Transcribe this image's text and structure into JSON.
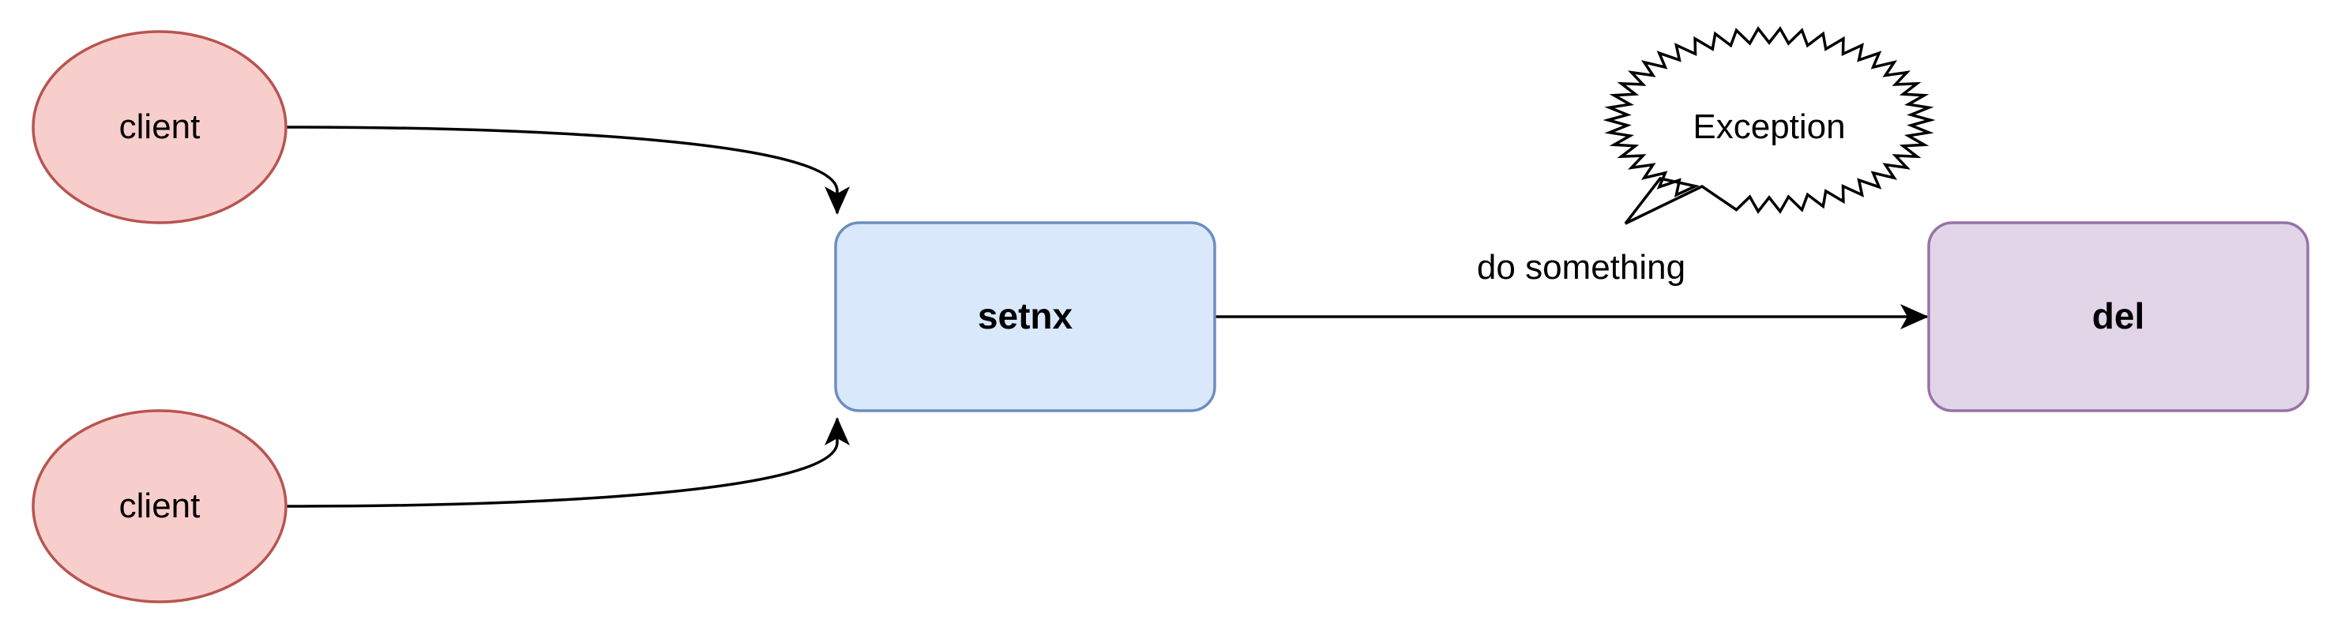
{
  "diagram": {
    "nodes": {
      "client_top": {
        "label": "client",
        "shape": "ellipse",
        "fill": "#f8cecc",
        "stroke": "#b85450"
      },
      "client_bottom": {
        "label": "client",
        "shape": "ellipse",
        "fill": "#f8cecc",
        "stroke": "#b85450"
      },
      "setnx": {
        "label": "setnx",
        "shape": "rounded-rectangle",
        "fill": "#dae8fc",
        "stroke": "#6c8ebf"
      },
      "del": {
        "label": "del",
        "shape": "rounded-rectangle",
        "fill": "#e1d5e7",
        "stroke": "#9673a6"
      },
      "exception": {
        "label": "Exception",
        "shape": "spiky-speech-bubble",
        "fill": "#ffffff",
        "stroke": "#000000"
      }
    },
    "edges": [
      {
        "from": "client_top",
        "to": "setnx",
        "label": ""
      },
      {
        "from": "client_bottom",
        "to": "setnx",
        "label": ""
      },
      {
        "from": "setnx",
        "to": "del",
        "label": "do something"
      }
    ],
    "edge_color": "#000000"
  }
}
